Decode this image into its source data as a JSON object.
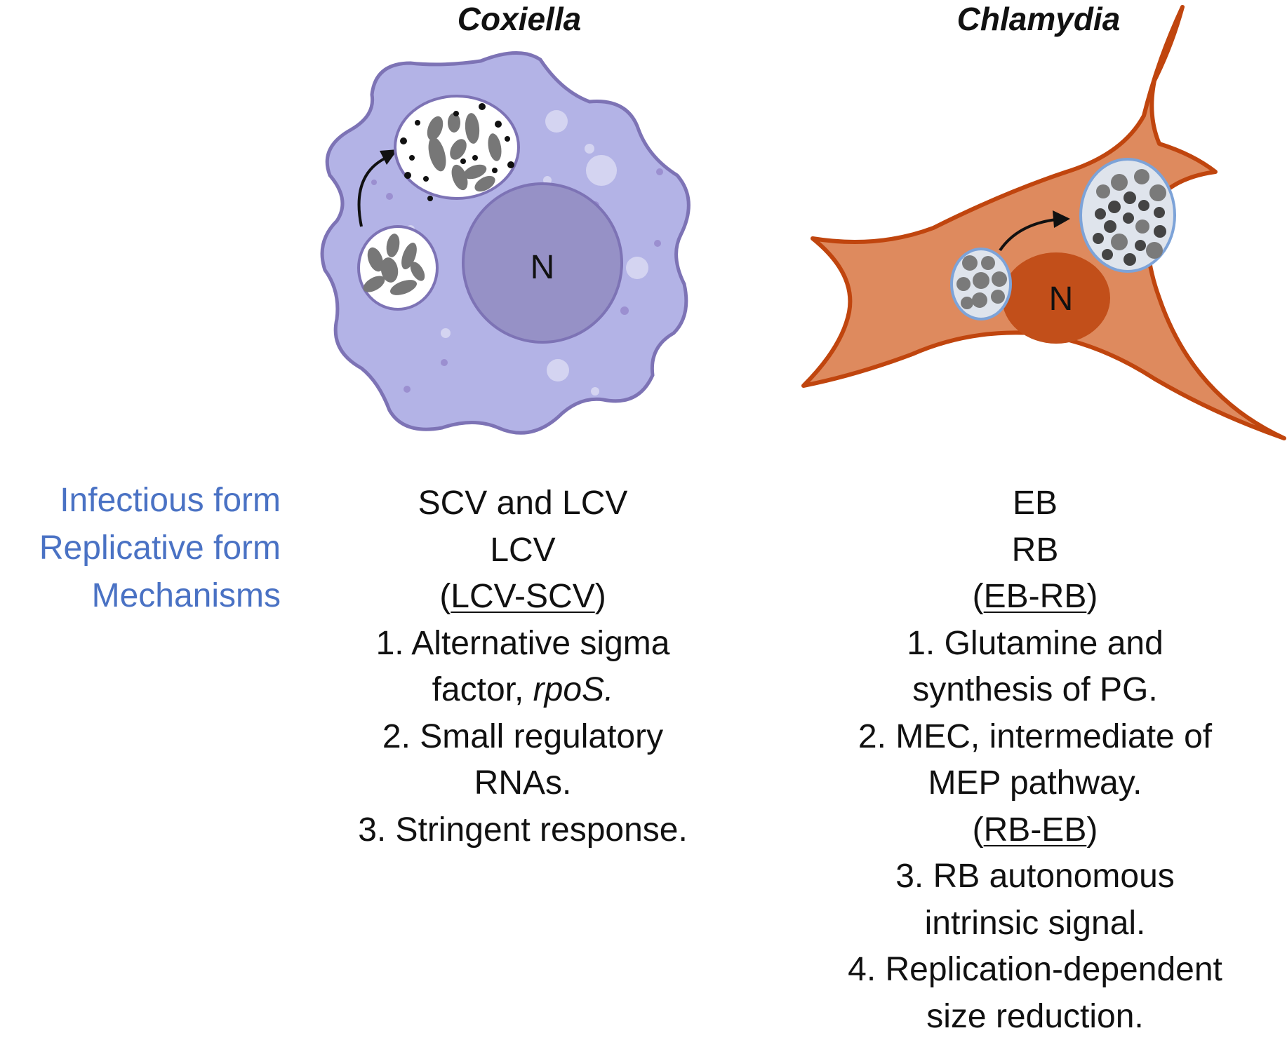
{
  "titles": {
    "coxiella": "Coxiella",
    "chlamydia": "Chlamydia"
  },
  "cells": {
    "coxiella_nucleus": "N",
    "chlamydia_nucleus": "N"
  },
  "row_labels": {
    "infectious": "Infectious form",
    "replicative": "Replicative form",
    "mechanisms": "Mechanisms"
  },
  "coxiella": {
    "infectious": "SCV and LCV",
    "replicative": "LCV",
    "transition_open": "(",
    "transition": "LCV-SCV",
    "transition_close": ")",
    "m1a": "1. Alternative sigma",
    "m1b_prefix": "factor, ",
    "m1b_gene": "rpoS.",
    "m2a": "2. Small regulatory",
    "m2b": "RNAs.",
    "m3": "3. Stringent response."
  },
  "chlamydia": {
    "infectious": "EB",
    "replicative": "RB",
    "transition1_open": "(",
    "transition1": "EB-RB",
    "transition1_close": ")",
    "m1a": "1. Glutamine and",
    "m1b": "synthesis of PG.",
    "m2a": "2. MEC, intermediate of",
    "m2b": "MEP pathway.",
    "transition2_open": "(",
    "transition2": "RB-EB",
    "transition2_close": ")",
    "m3a": "3. RB autonomous",
    "m3b": "intrinsic signal.",
    "m4a": "4. Replication-dependent",
    "m4b": "size reduction."
  },
  "colors": {
    "label_blue": "#4a72c4",
    "coxiella_cell": "#b3b3e6",
    "coxiella_outline": "#7d73b5",
    "coxiella_nucleus": "#9691c6",
    "chlamydia_cell": "#de8a5e",
    "chlamydia_outline": "#c0450e",
    "chlamydia_nucleus": "#c24f1a"
  }
}
